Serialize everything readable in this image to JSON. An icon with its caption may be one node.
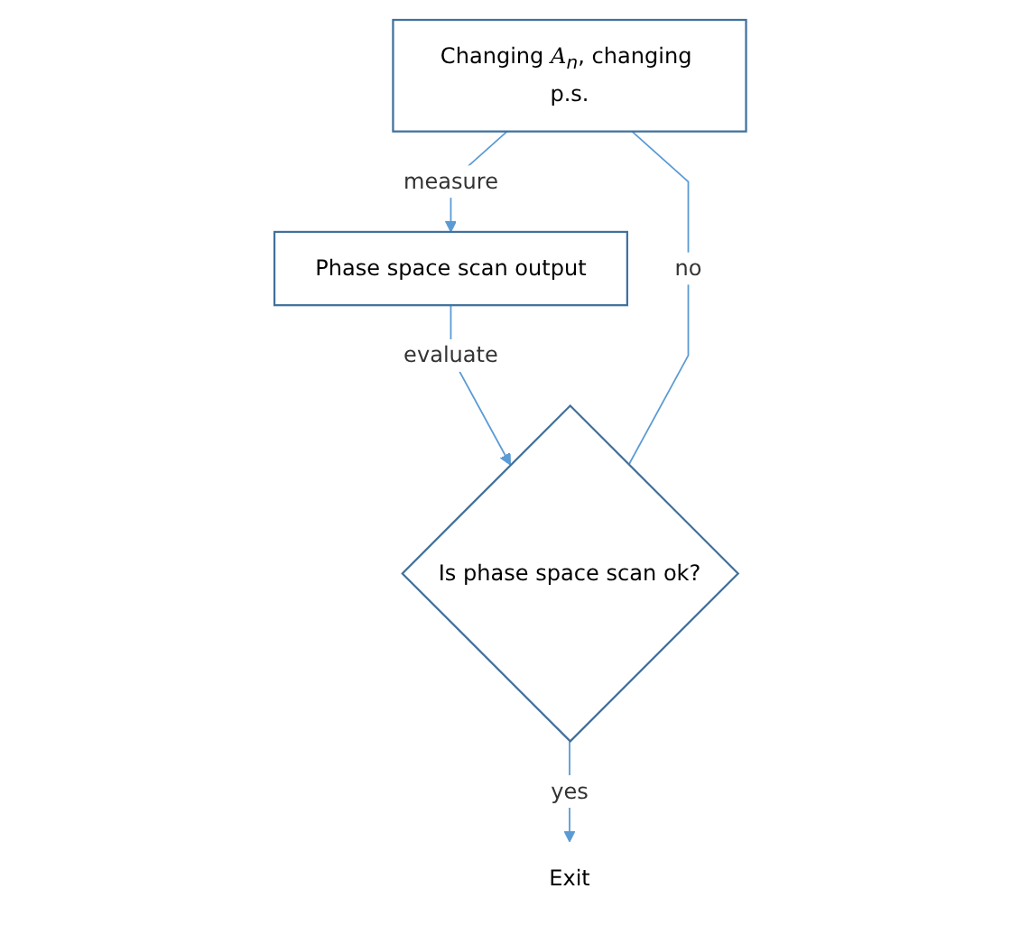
{
  "diagram": {
    "nodes": [
      {
        "text": [
          "Changing *A*$_{n}$, changing p.s."
        ]
      },
      {
        "text": [
          "Phase space scan output"
        ]
      },
      {
        "text": [
          "Is phase space scan ok?"
        ]
      },
      {
        "text": [
          "Exit"
        ]
      }
    ],
    "edges": [
      {
        "from": 0,
        "to": 1,
        "arrow": "to",
        "label": "measure"
      },
      {
        "from": 1,
        "to": 2,
        "arrow": "to",
        "label": "evaluate"
      },
      {
        "from": 2,
        "to": 3,
        "arrow": "to",
        "label": "yes"
      },
      {
        "from": 2,
        "to": 0,
        "arrow": "none",
        "label": "no"
      }
    ]
  }
}
